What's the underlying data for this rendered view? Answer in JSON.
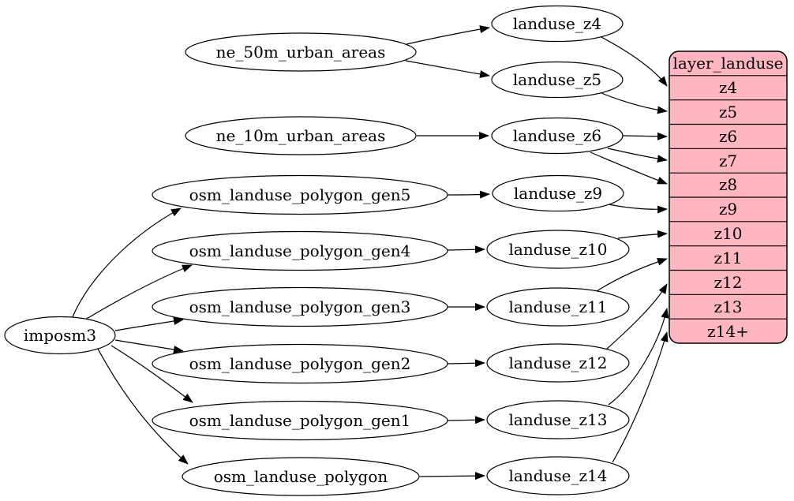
{
  "colors": {
    "background": "#ffffff",
    "node_fill": "#ffffff",
    "stroke": "#000000",
    "text": "#000000",
    "table_fill": "#ffb6c1"
  },
  "nodes": {
    "imposm3": "imposm3",
    "ne_50m_urban_areas": "ne_50m_urban_areas",
    "ne_10m_urban_areas": "ne_10m_urban_areas",
    "osm_landuse_polygon_gen5": "osm_landuse_polygon_gen5",
    "osm_landuse_polygon_gen4": "osm_landuse_polygon_gen4",
    "osm_landuse_polygon_gen3": "osm_landuse_polygon_gen3",
    "osm_landuse_polygon_gen2": "osm_landuse_polygon_gen2",
    "osm_landuse_polygon_gen1": "osm_landuse_polygon_gen1",
    "osm_landuse_polygon": "osm_landuse_polygon",
    "landuse_z4": "landuse_z4",
    "landuse_z5": "landuse_z5",
    "landuse_z6": "landuse_z6",
    "landuse_z9": "landuse_z9",
    "landuse_z10": "landuse_z10",
    "landuse_z11": "landuse_z11",
    "landuse_z12": "landuse_z12",
    "landuse_z13": "landuse_z13",
    "landuse_z14": "landuse_z14"
  },
  "table": {
    "title": "layer_landuse",
    "rows": [
      "z4",
      "z5",
      "z6",
      "z7",
      "z8",
      "z9",
      "z10",
      "z11",
      "z12",
      "z13",
      "z14+"
    ]
  },
  "edges": [
    {
      "from": "ne_50m_urban_areas",
      "to": "landuse_z4"
    },
    {
      "from": "ne_50m_urban_areas",
      "to": "landuse_z5"
    },
    {
      "from": "ne_10m_urban_areas",
      "to": "landuse_z6"
    },
    {
      "from": "imposm3",
      "to": "osm_landuse_polygon_gen5"
    },
    {
      "from": "imposm3",
      "to": "osm_landuse_polygon_gen4"
    },
    {
      "from": "imposm3",
      "to": "osm_landuse_polygon_gen3"
    },
    {
      "from": "imposm3",
      "to": "osm_landuse_polygon_gen2"
    },
    {
      "from": "imposm3",
      "to": "osm_landuse_polygon_gen1"
    },
    {
      "from": "imposm3",
      "to": "osm_landuse_polygon"
    },
    {
      "from": "osm_landuse_polygon_gen5",
      "to": "landuse_z9"
    },
    {
      "from": "osm_landuse_polygon_gen4",
      "to": "landuse_z10"
    },
    {
      "from": "osm_landuse_polygon_gen3",
      "to": "landuse_z11"
    },
    {
      "from": "osm_landuse_polygon_gen2",
      "to": "landuse_z12"
    },
    {
      "from": "osm_landuse_polygon_gen1",
      "to": "landuse_z13"
    },
    {
      "from": "osm_landuse_polygon",
      "to": "landuse_z14"
    },
    {
      "from": "landuse_z4",
      "to": "layer_landuse.z4"
    },
    {
      "from": "landuse_z5",
      "to": "layer_landuse.z5"
    },
    {
      "from": "landuse_z6",
      "to": "layer_landuse.z6"
    },
    {
      "from": "landuse_z6",
      "to": "layer_landuse.z7"
    },
    {
      "from": "landuse_z6",
      "to": "layer_landuse.z8"
    },
    {
      "from": "landuse_z9",
      "to": "layer_landuse.z9"
    },
    {
      "from": "landuse_z10",
      "to": "layer_landuse.z10"
    },
    {
      "from": "landuse_z11",
      "to": "layer_landuse.z11"
    },
    {
      "from": "landuse_z12",
      "to": "layer_landuse.z12"
    },
    {
      "from": "landuse_z13",
      "to": "layer_landuse.z13"
    },
    {
      "from": "landuse_z14",
      "to": "layer_landuse.z14+"
    }
  ]
}
